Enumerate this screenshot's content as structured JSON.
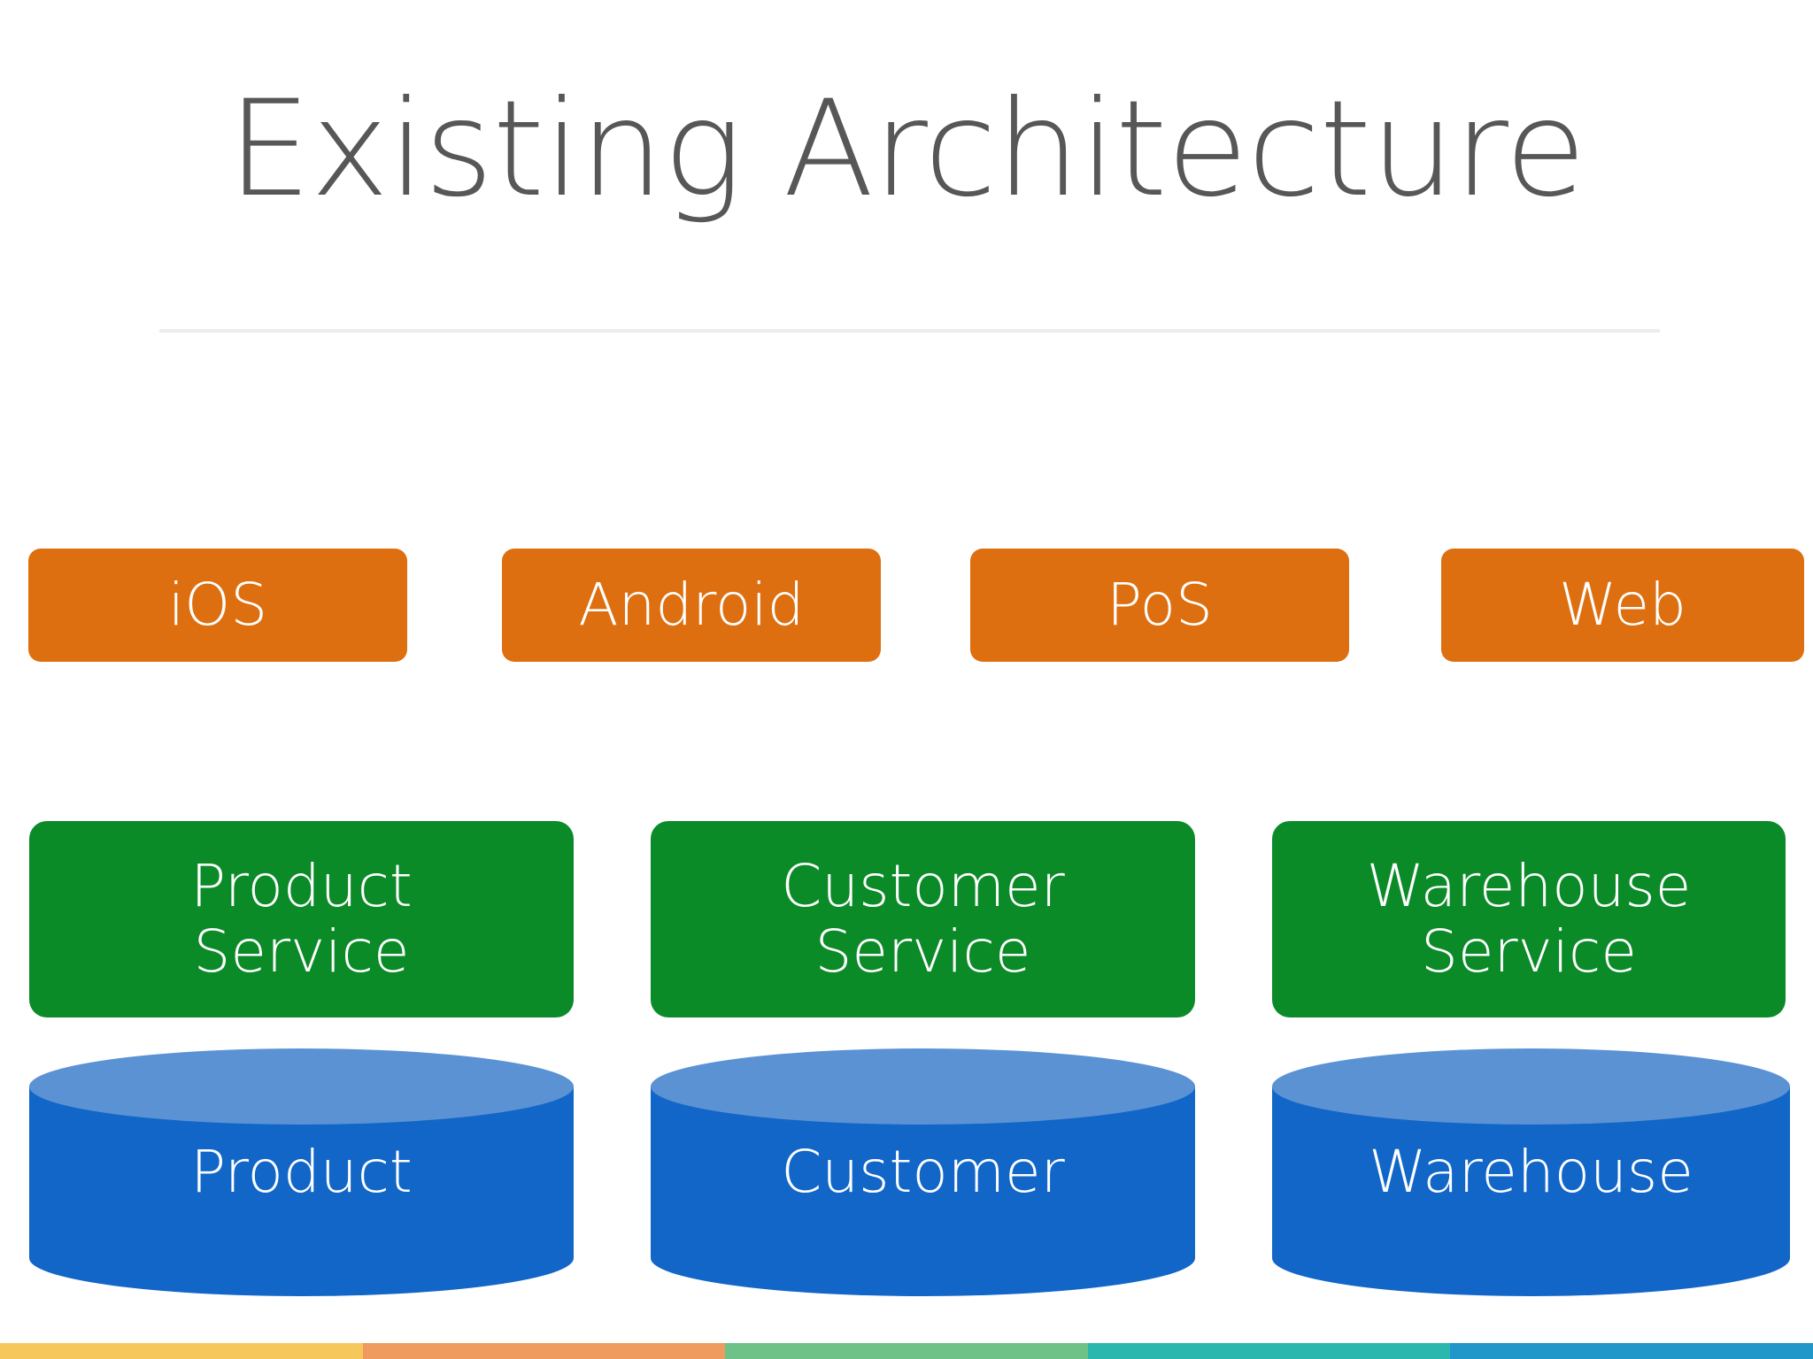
{
  "slide": {
    "title": "Existing Architecture",
    "title_color": "#575757",
    "background_color": "#ffffff",
    "divider_color": "#ececec"
  },
  "clients": {
    "row_color": "#DD6F10",
    "items": [
      {
        "label": "iOS"
      },
      {
        "label": "Android"
      },
      {
        "label": "PoS"
      },
      {
        "label": "Web"
      }
    ]
  },
  "services": {
    "row_color": "#0B8A28",
    "items": [
      {
        "label": "Product\nService"
      },
      {
        "label": "Customer\nService"
      },
      {
        "label": "Warehouse\nService"
      }
    ]
  },
  "databases": {
    "body_color": "#1166C8",
    "top_color": "#5B92D4",
    "items": [
      {
        "label": "Product"
      },
      {
        "label": "Customer"
      },
      {
        "label": "Warehouse"
      }
    ]
  },
  "accent_strip": {
    "segments": [
      {
        "color": "#F6C85C"
      },
      {
        "color": "#EF9A5E"
      },
      {
        "color": "#6FC287"
      },
      {
        "color": "#2BB7AE"
      },
      {
        "color": "#2196C9"
      }
    ]
  }
}
